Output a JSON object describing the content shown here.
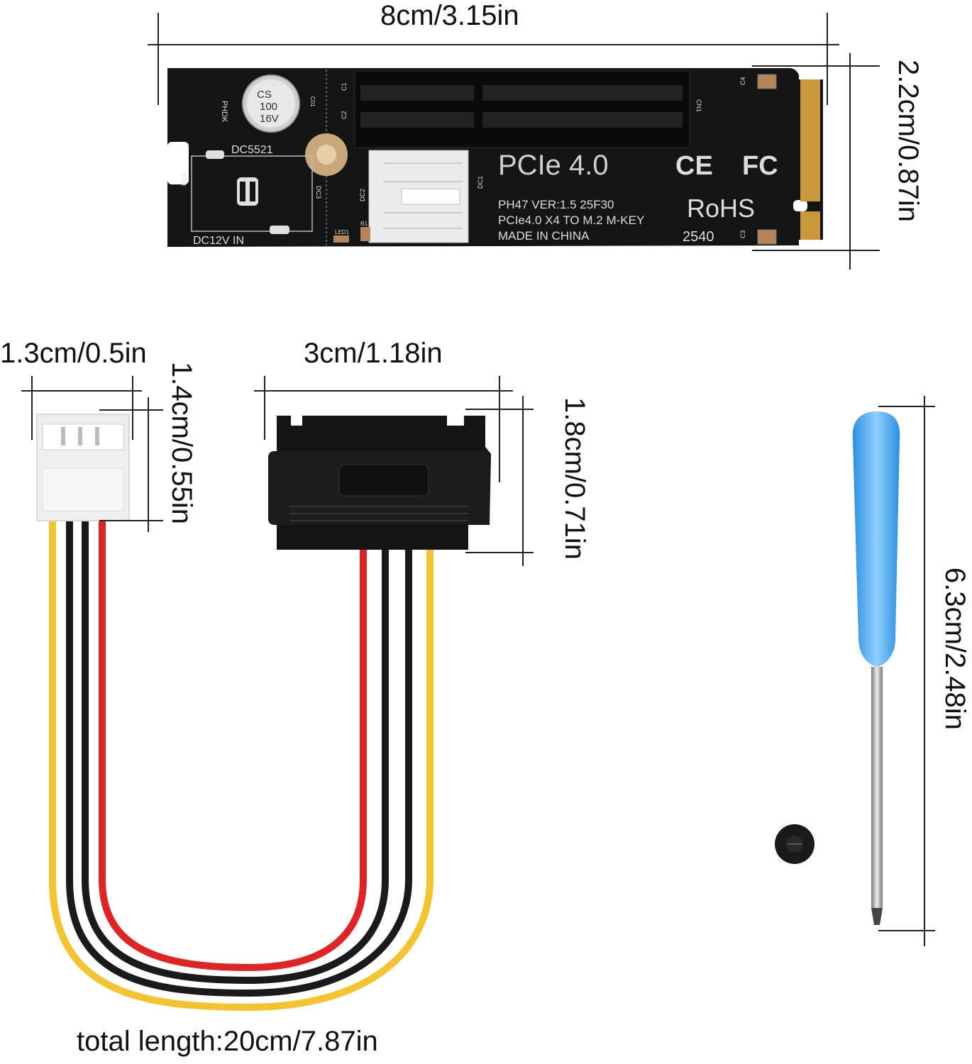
{
  "dimensions": {
    "board_width": "8cm/3.15in",
    "board_height": "2.2cm/0.87in",
    "connector_width": "1.3cm/0.5in",
    "connector_height": "1.4cm/0.55in",
    "sata_width": "3cm/1.18in",
    "sata_height": "1.8cm/0.71in",
    "screwdriver_length": "6.3cm/2.48in",
    "cable_length": "total length:20cm/7.87in"
  },
  "board": {
    "brand_mark": "PHDK",
    "capacitor": [
      "CS",
      "100",
      "16V"
    ],
    "power_jack_label": "DC5521",
    "power_in_label": "DC12V IN",
    "interface_label": "PCIe 4.0",
    "cert_ce": "CE",
    "cert_fc": "FC",
    "cert_rohs": "RoHS",
    "model_line": "PH47  VER:1.5  25F30",
    "spec_line": "PCIe4.0 X4 TO M.2 M-KEY",
    "origin_line": "MADE IN CHINA",
    "date_code": "2540",
    "silkscreen": {
      "c1": "C1",
      "c2": "C2",
      "c3": "C3",
      "c4": "C4",
      "cn1": "CN1",
      "dc1": "DC1",
      "dc2": "DC2",
      "dc3": "DC3",
      "dc4": "DC4",
      "c01": "C01",
      "led1": "LED1",
      "r1": "R1"
    }
  },
  "colors": {
    "pcb": "#141414",
    "gold": "#c9963a",
    "wire_yellow": "#f4c430",
    "wire_red": "#e02424",
    "wire_black": "#1a1a1a",
    "screwdriver_handle": "#3fa9f5"
  }
}
